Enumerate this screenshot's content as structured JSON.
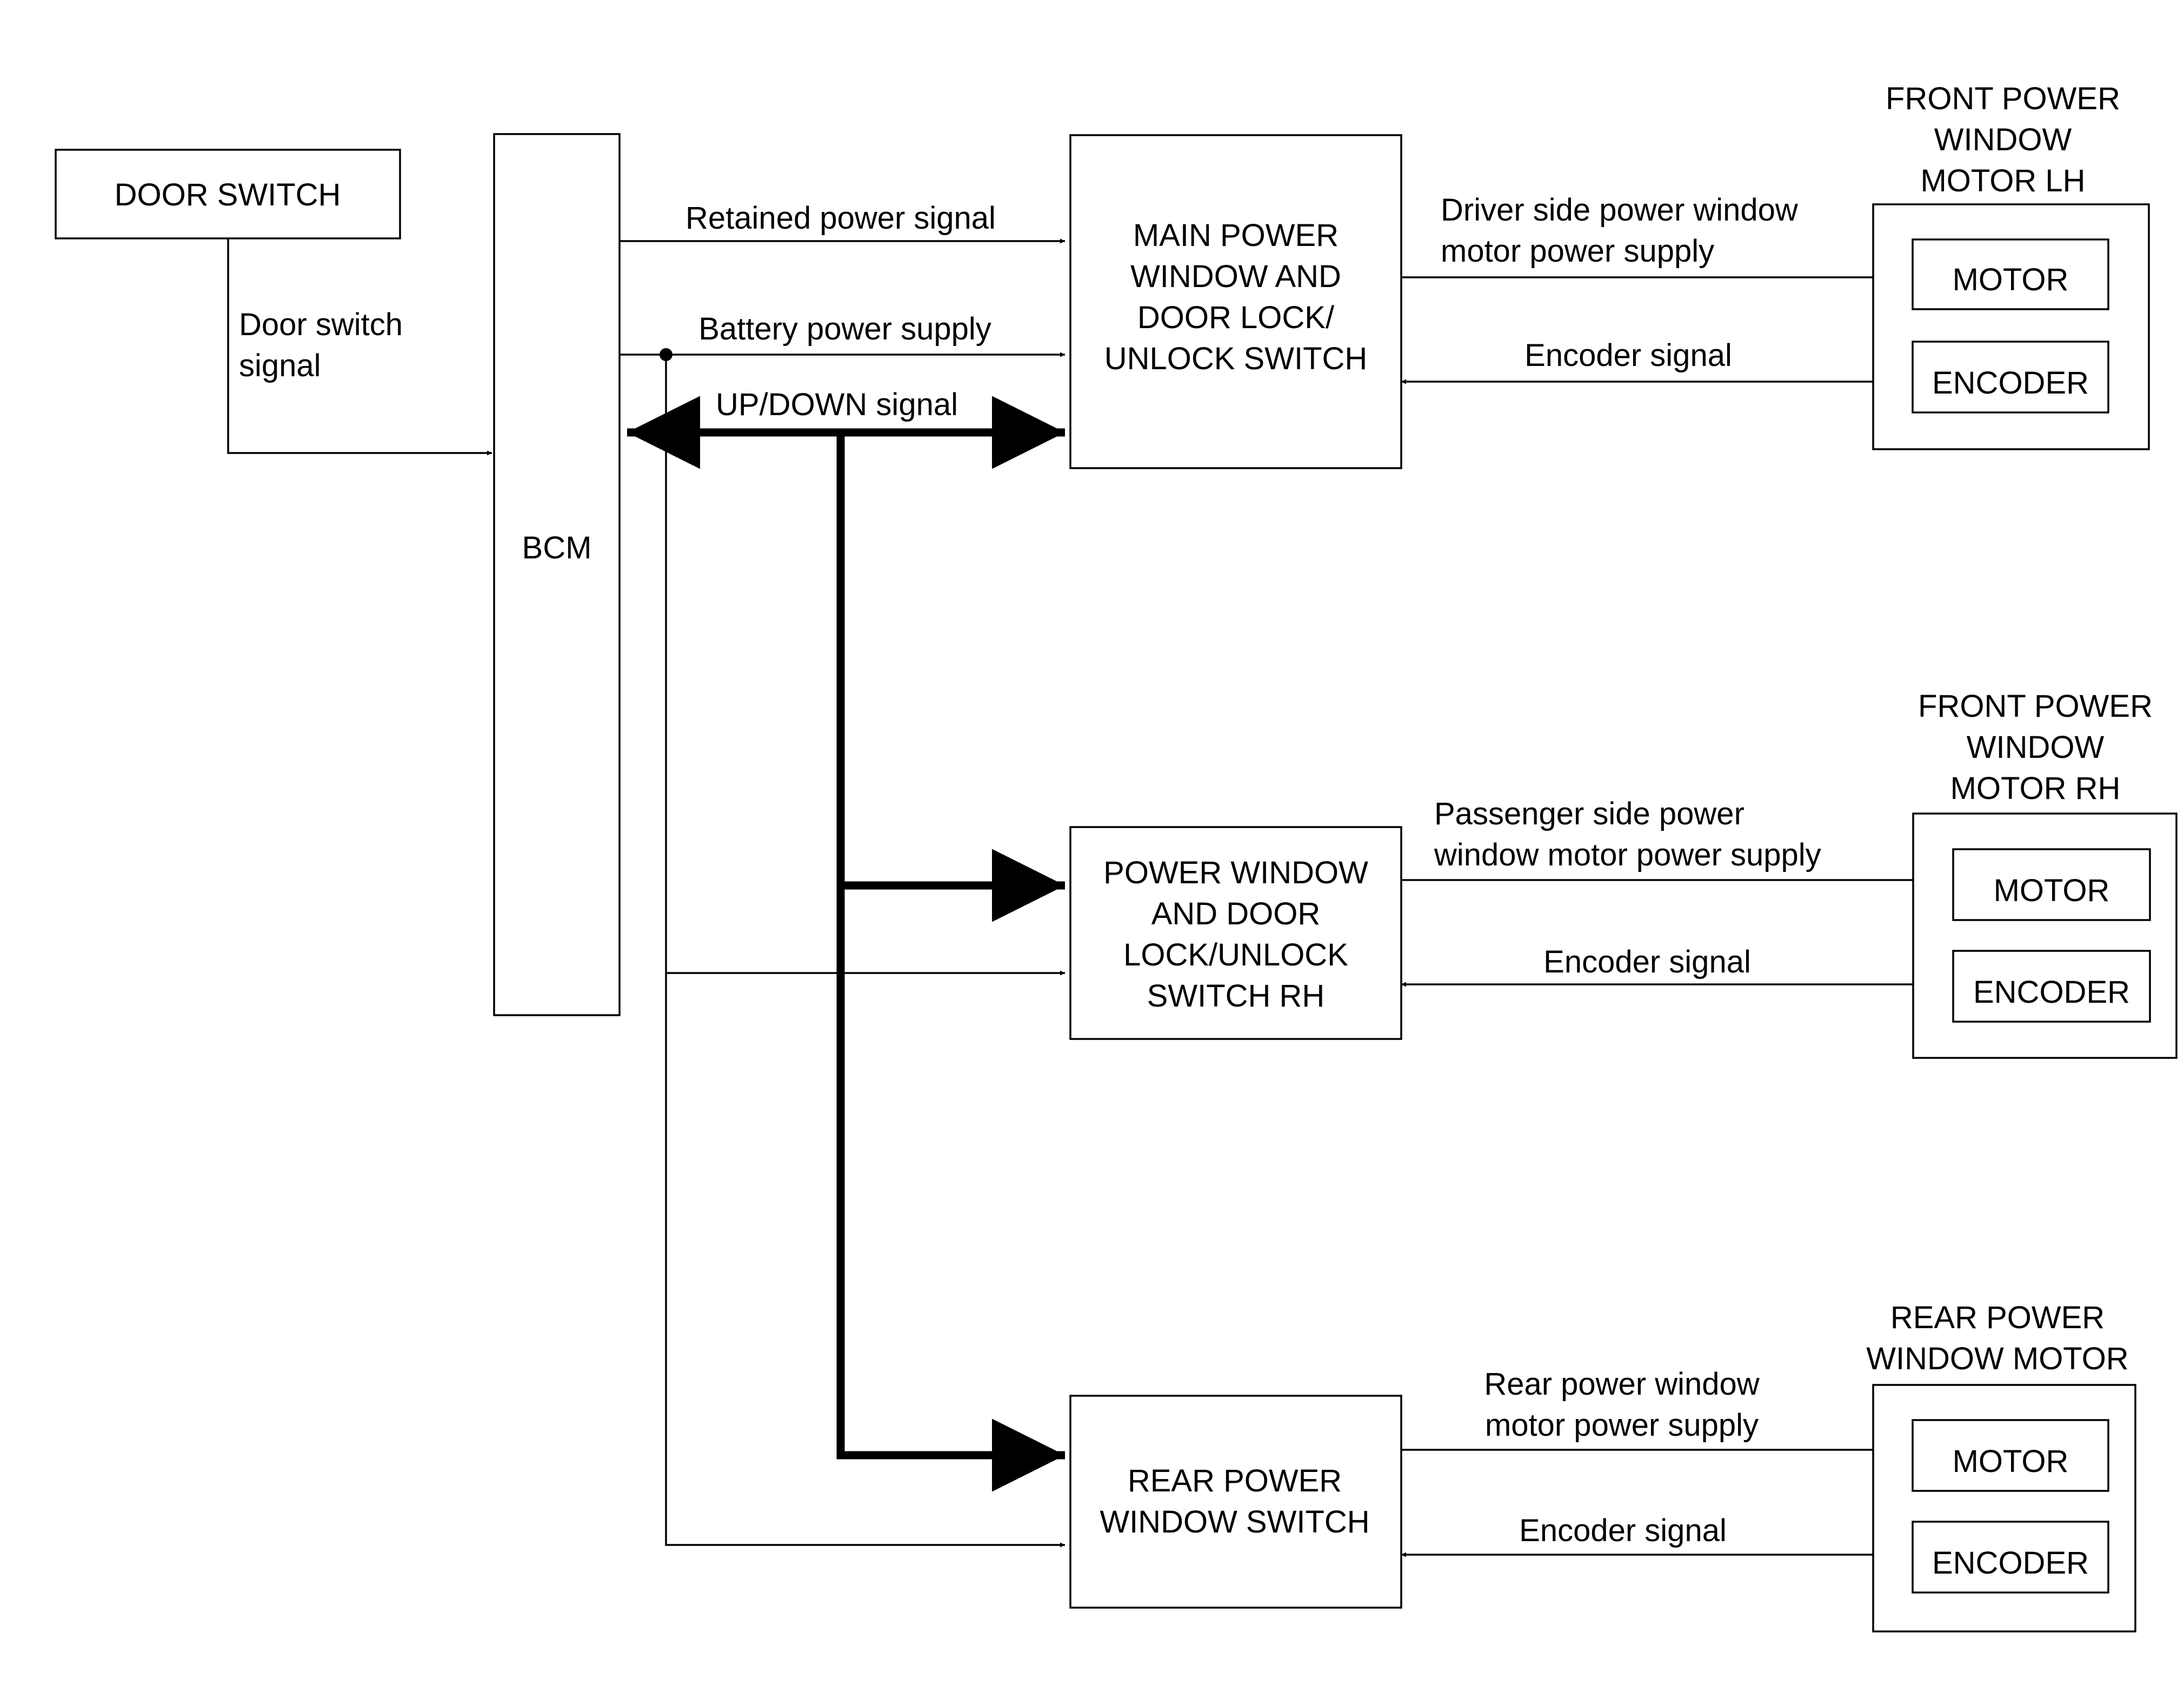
{
  "blocks": {
    "door_switch": "DOOR SWITCH",
    "bcm": "BCM",
    "main_switch": [
      "MAIN POWER",
      "WINDOW AND",
      "DOOR LOCK/",
      "UNLOCK SWITCH"
    ],
    "rh_switch": [
      "POWER WINDOW",
      "AND DOOR",
      "LOCK/UNLOCK",
      "SWITCH RH"
    ],
    "rear_switch": [
      "REAR POWER",
      "WINDOW SWITCH"
    ]
  },
  "motor_groups": {
    "front_lh": {
      "title": [
        "FRONT POWER",
        "WINDOW",
        "MOTOR LH"
      ],
      "motor": "MOTOR",
      "encoder": "ENCODER"
    },
    "front_rh": {
      "title": [
        "FRONT POWER",
        "WINDOW",
        "MOTOR RH"
      ],
      "motor": "MOTOR",
      "encoder": "ENCODER"
    },
    "rear": {
      "title": [
        "REAR POWER",
        "WINDOW MOTOR"
      ],
      "motor": "MOTOR",
      "encoder": "ENCODER"
    }
  },
  "signals": {
    "door_switch_signal": [
      "Door switch",
      "signal"
    ],
    "retained_power": "Retained power signal",
    "battery_power": "Battery power supply",
    "up_down": "UP/DOWN signal",
    "driver_supply": [
      "Driver side power window",
      "motor power supply"
    ],
    "passenger_supply": [
      "Passenger side power",
      "window motor power supply"
    ],
    "rear_supply": [
      "Rear power window",
      "motor power supply"
    ],
    "encoder_lh": "Encoder signal",
    "encoder_rh": "Encoder signal",
    "encoder_rear": "Encoder signal"
  }
}
